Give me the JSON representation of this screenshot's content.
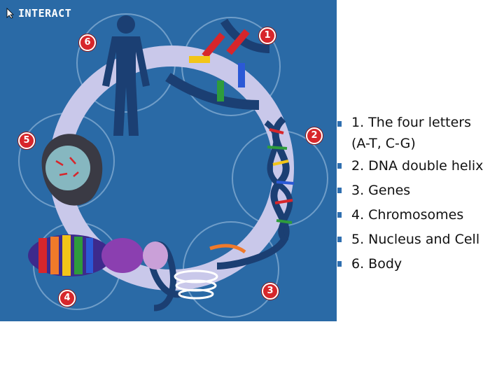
{
  "header": {
    "label": "INTERACT"
  },
  "badges": [
    "1",
    "2",
    "3",
    "4",
    "5",
    "6"
  ],
  "legend": {
    "items": [
      {
        "line1": "1. The four letters",
        "line2": "(A-T, C-G)"
      },
      {
        "line1": "2. DNA double helix"
      },
      {
        "line1": "3. Genes"
      },
      {
        "line1": "4. Chromosomes"
      },
      {
        "line1": "5. Nucleus and Cell"
      },
      {
        "line1": "6. Body"
      }
    ]
  },
  "colors": {
    "panel": "#2a6aa6",
    "ring": "#c9c8ea",
    "badge": "#d7262b",
    "bullet": "#2f6fb0"
  }
}
